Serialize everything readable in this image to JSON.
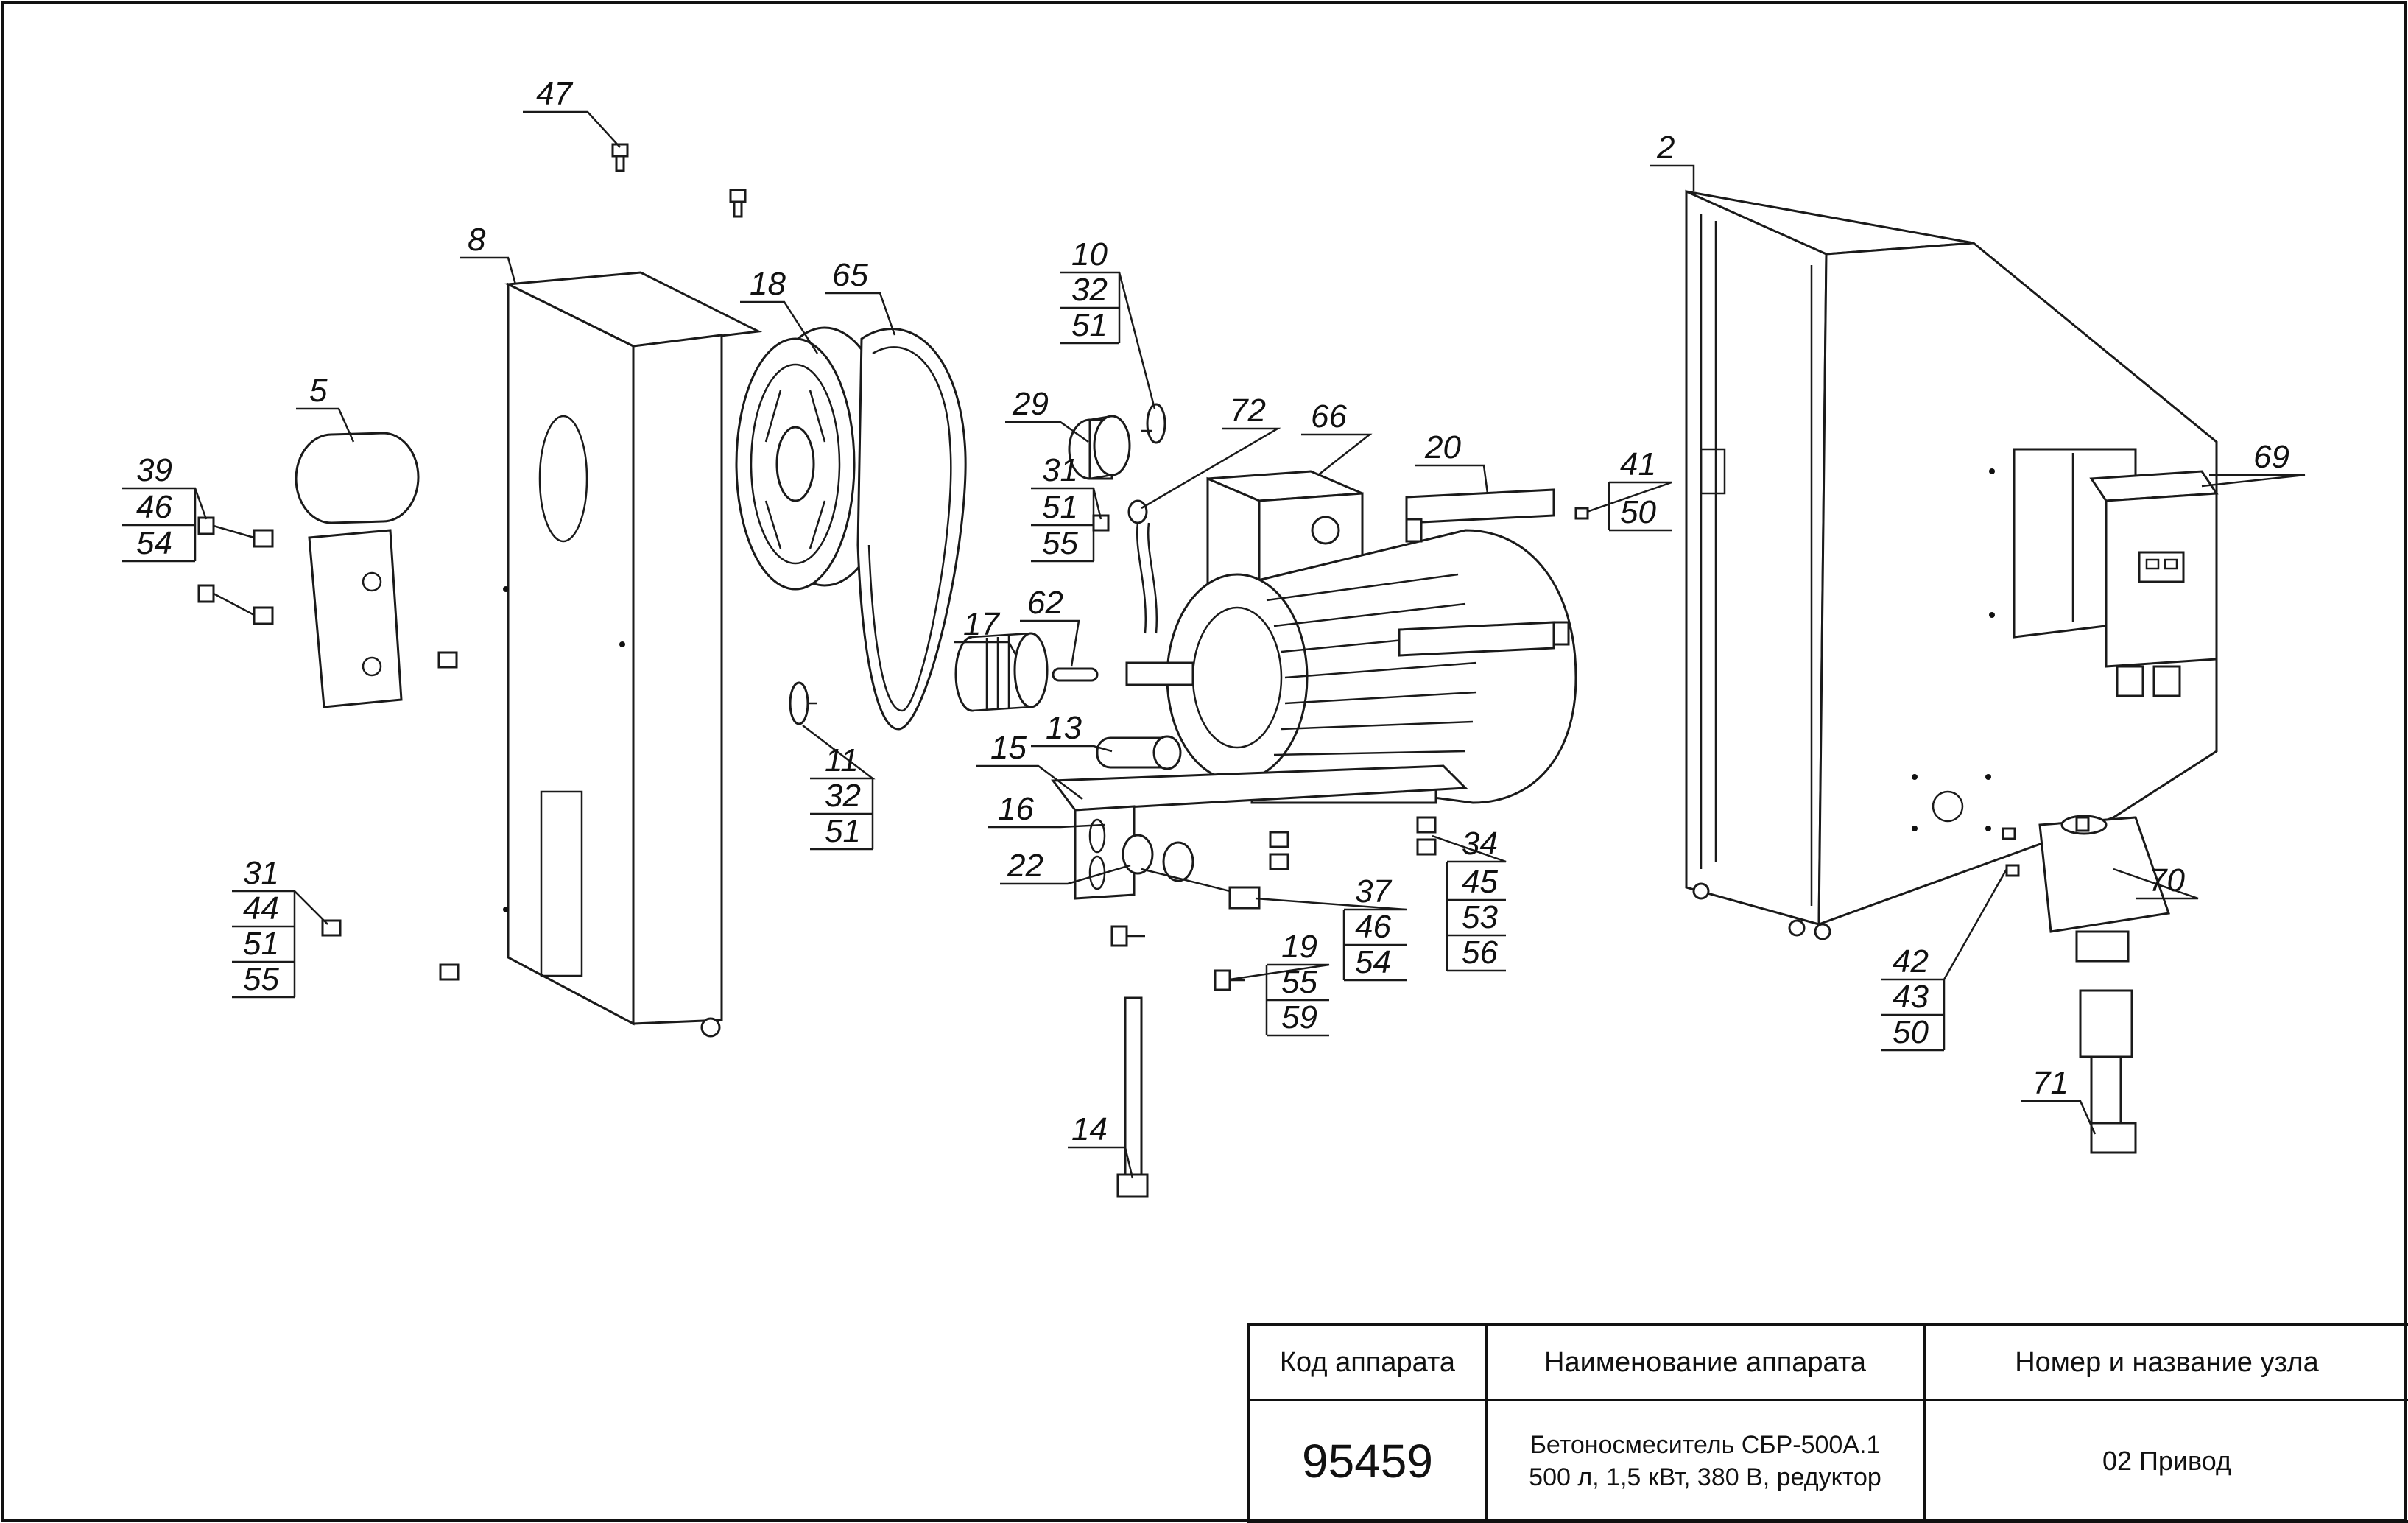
{
  "callouts": [
    {
      "id": "c47",
      "label": "47"
    },
    {
      "id": "c8",
      "label": "8"
    },
    {
      "id": "c18",
      "label": "18"
    },
    {
      "id": "c65",
      "label": "65"
    },
    {
      "id": "c5",
      "label": "5"
    },
    {
      "id": "c39",
      "label": "39"
    },
    {
      "id": "c46a",
      "label": "46"
    },
    {
      "id": "c54a",
      "label": "54"
    },
    {
      "id": "c10",
      "label": "10"
    },
    {
      "id": "c32a",
      "label": "32"
    },
    {
      "id": "c51a",
      "label": "51"
    },
    {
      "id": "c29",
      "label": "29"
    },
    {
      "id": "c72",
      "label": "72"
    },
    {
      "id": "c66",
      "label": "66"
    },
    {
      "id": "c20",
      "label": "20"
    },
    {
      "id": "c41",
      "label": "41"
    },
    {
      "id": "c50a",
      "label": "50"
    },
    {
      "id": "c31a",
      "label": "31"
    },
    {
      "id": "c51b",
      "label": "51"
    },
    {
      "id": "c55a",
      "label": "55"
    },
    {
      "id": "c17",
      "label": "17"
    },
    {
      "id": "c62",
      "label": "62"
    },
    {
      "id": "c13",
      "label": "13"
    },
    {
      "id": "c15",
      "label": "15"
    },
    {
      "id": "c11",
      "label": "11"
    },
    {
      "id": "c32b",
      "label": "32"
    },
    {
      "id": "c51c",
      "label": "51"
    },
    {
      "id": "c16",
      "label": "16"
    },
    {
      "id": "c22",
      "label": "22"
    },
    {
      "id": "c34",
      "label": "34"
    },
    {
      "id": "c45",
      "label": "45"
    },
    {
      "id": "c53",
      "label": "53"
    },
    {
      "id": "c56",
      "label": "56"
    },
    {
      "id": "c37",
      "label": "37"
    },
    {
      "id": "c46b",
      "label": "46"
    },
    {
      "id": "c54b",
      "label": "54"
    },
    {
      "id": "c31b",
      "label": "31"
    },
    {
      "id": "c44",
      "label": "44"
    },
    {
      "id": "c51d",
      "label": "51"
    },
    {
      "id": "c55b",
      "label": "55"
    },
    {
      "id": "c19",
      "label": "19"
    },
    {
      "id": "c55c",
      "label": "55"
    },
    {
      "id": "c59",
      "label": "59"
    },
    {
      "id": "c14",
      "label": "14"
    },
    {
      "id": "c2",
      "label": "2"
    },
    {
      "id": "c69",
      "label": "69"
    },
    {
      "id": "c70",
      "label": "70"
    },
    {
      "id": "c42",
      "label": "42"
    },
    {
      "id": "c43",
      "label": "43"
    },
    {
      "id": "c50b",
      "label": "50"
    },
    {
      "id": "c71",
      "label": "71"
    }
  ],
  "title_block": {
    "col1_header": "Код аппарата",
    "col2_header": "Наименование аппарата",
    "col3_header": "Номер и название узла",
    "code": "95459",
    "name_line1": "Бетоносмеситель СБР-500А.1",
    "name_line2": "500 л, 1,5 кВт, 380 В, редуктор",
    "node": "02 Привод"
  }
}
